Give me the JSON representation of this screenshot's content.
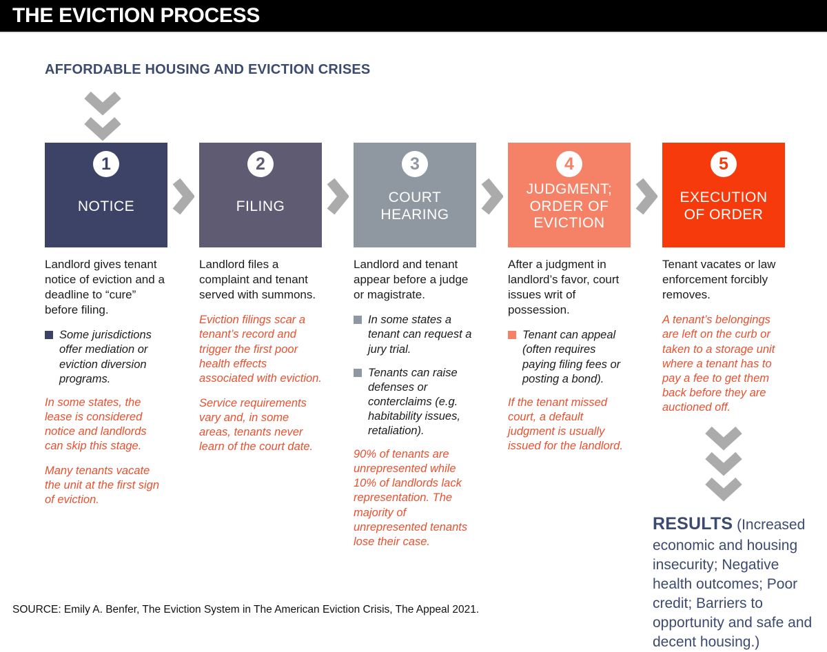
{
  "banner": {
    "title": "THE EVICTION PROCESS"
  },
  "subtitle": "AFFORDABLE HOUSING AND EVICTION CRISES",
  "colors": {
    "banner_bg": "#000000",
    "navy_heading": "#3c4a6e",
    "note_orange": "#e8512f",
    "chevron_gray": "#ababab",
    "step1": "#3d4366",
    "step2": "#5e5b73",
    "step3": "#8f97a0",
    "step4": "#f58267",
    "step5": "#f63a0c"
  },
  "icons": {
    "down": "chevron-down-icon",
    "right": "chevron-right-icon",
    "bullet": "square-bullet-icon"
  },
  "steps": [
    {
      "number": "1",
      "label": "NOTICE",
      "color": "#3d4366",
      "intro": "Landlord gives tenant notice of eviction and a deadline to “cure” before filing.",
      "bullets": [
        "Some jurisdictions offer mediation or eviction diversion programs."
      ],
      "notes": [
        "In some states, the lease is considered notice and landlords can skip this stage.",
        "Many tenants vacate the unit at the first sign of eviction."
      ]
    },
    {
      "number": "2",
      "label": "FILING",
      "color": "#5e5b73",
      "intro": "Landlord files a complaint and tenant served with summons.",
      "bullets": [],
      "notes": [
        "Eviction filings scar a tenant’s record and trigger the first poor health effects associated with eviction.",
        "Service requirements vary and, in some areas, tenants never learn of the court date."
      ]
    },
    {
      "number": "3",
      "label": "COURT HEARING",
      "color": "#8f97a0",
      "intro": "Landlord and tenant appear before a judge or magistrate.",
      "bullets": [
        "In some states a tenant can request a jury trial.",
        "Tenants can raise defenses or conterclaims (e.g. habitability issues, retaliation)."
      ],
      "notes": [
        "90% of tenants are unrepresented while 10% of landlords lack representation. The majority of unrepresented tenants lose their case."
      ]
    },
    {
      "number": "4",
      "label": "JUDGMENT; ORDER OF EVICTION",
      "color": "#f58267",
      "intro": "After a judgment in landlord’s favor, court issues writ of possession.",
      "bullets": [
        "Tenant can appeal (often requires paying filing fees or posting a bond)."
      ],
      "notes": [
        "If the tenant missed court, a default judgment is usually issued for the landlord."
      ]
    },
    {
      "number": "5",
      "label": "EXECUTION OF ORDER",
      "color": "#f63a0c",
      "intro": "Tenant vacates or law enforcement forcibly removes.",
      "bullets": [],
      "notes": [
        "A tenant’s belongings are left on the curb or taken to a storage unit where a tenant has to pay a fee to get them back before they are auctioned off."
      ]
    }
  ],
  "results": {
    "label": "RESULTS",
    "text": "(Increased economic and housing insecurity; Negative health outcomes; Poor credit; Barriers to opportunity and safe and decent housing.)"
  },
  "source": "SOURCE: Emily A. Benfer, The Eviction System in The American Eviction Crisis, The Appeal 2021."
}
